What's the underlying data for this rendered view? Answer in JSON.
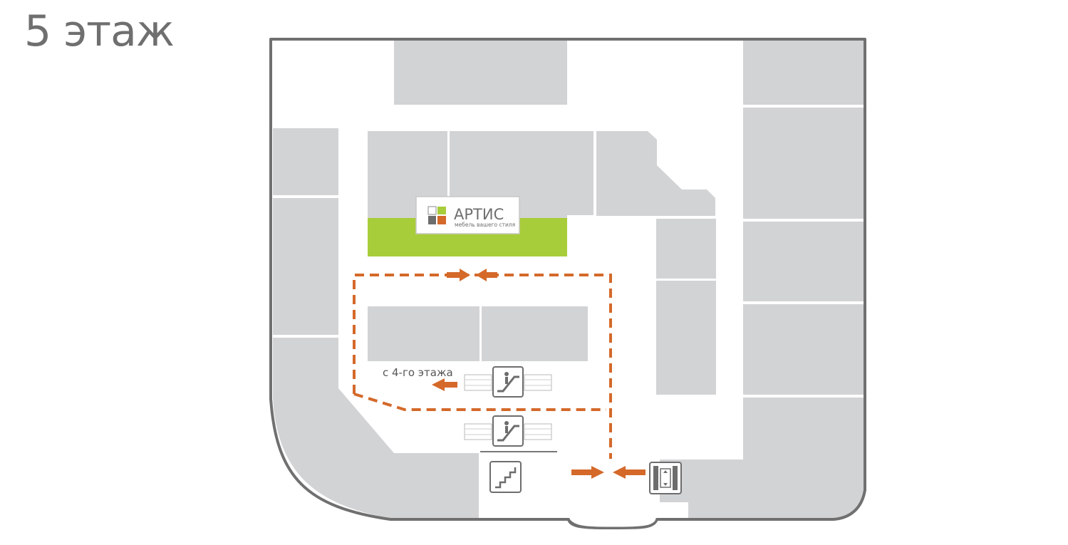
{
  "floor": {
    "title": "5 этаж"
  },
  "store": {
    "name": "АРТИС",
    "tagline": "мебель вашего стиля",
    "highlight_color": "#a8cd3a"
  },
  "route": {
    "label": "с 4-го этажа",
    "color": "#d4692a"
  },
  "colors": {
    "wall": "#707070",
    "shop": "#d2d3d5",
    "icon": "#6d6d6d"
  },
  "icons": [
    "escalator-icon",
    "escalator-icon",
    "stairs-icon",
    "elevator-icon",
    "artis-logo-icon"
  ]
}
